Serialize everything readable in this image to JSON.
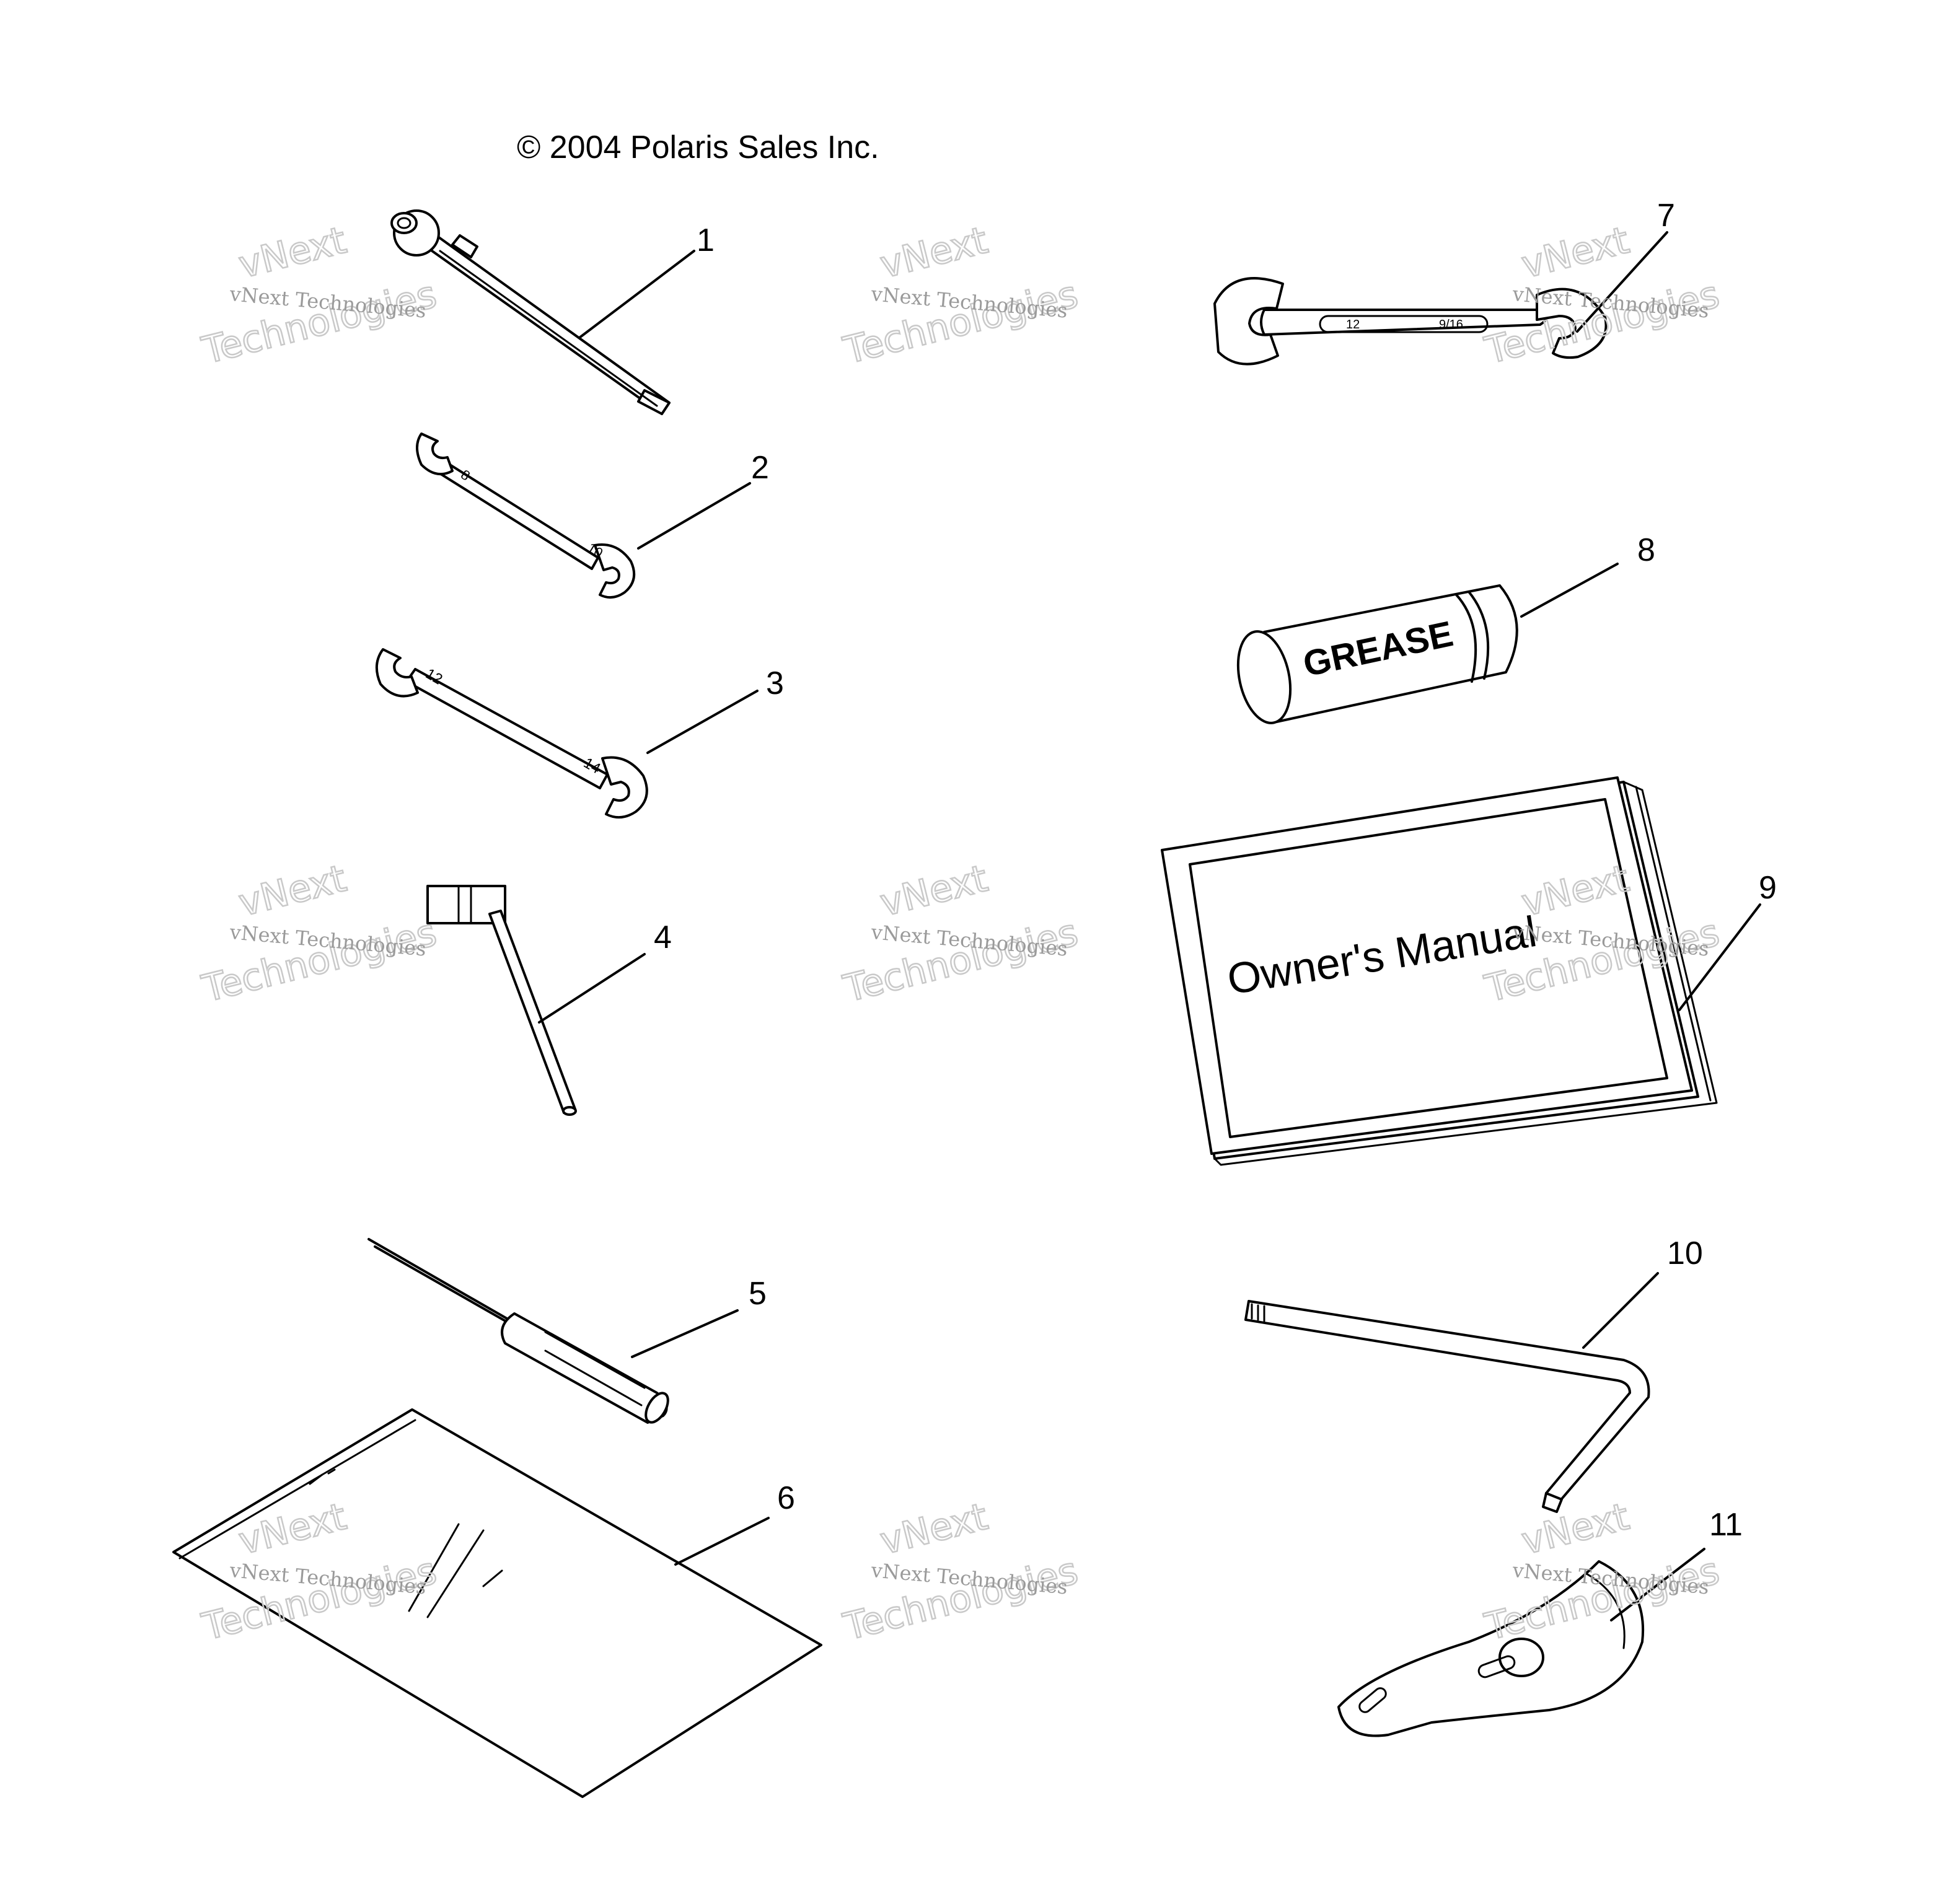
{
  "copyright": "© 2004 Polaris Sales Inc.",
  "callouts": [
    "1",
    "2",
    "3",
    "4",
    "5",
    "6",
    "7",
    "8",
    "9",
    "10",
    "11"
  ],
  "part_text": {
    "grease": "GREASE",
    "manual_title": "Owner's Manual",
    "wrench_7_left_size": "12",
    "wrench_7_right_size": "9/16",
    "wrench_2_size_a": "8",
    "wrench_2_size_b": "10",
    "wrench_3_size_a": "12",
    "wrench_3_size_b": "14"
  },
  "watermark": {
    "line1": "vNext Technologies",
    "line2_a": "vNext",
    "line2_b": "Technologies"
  }
}
